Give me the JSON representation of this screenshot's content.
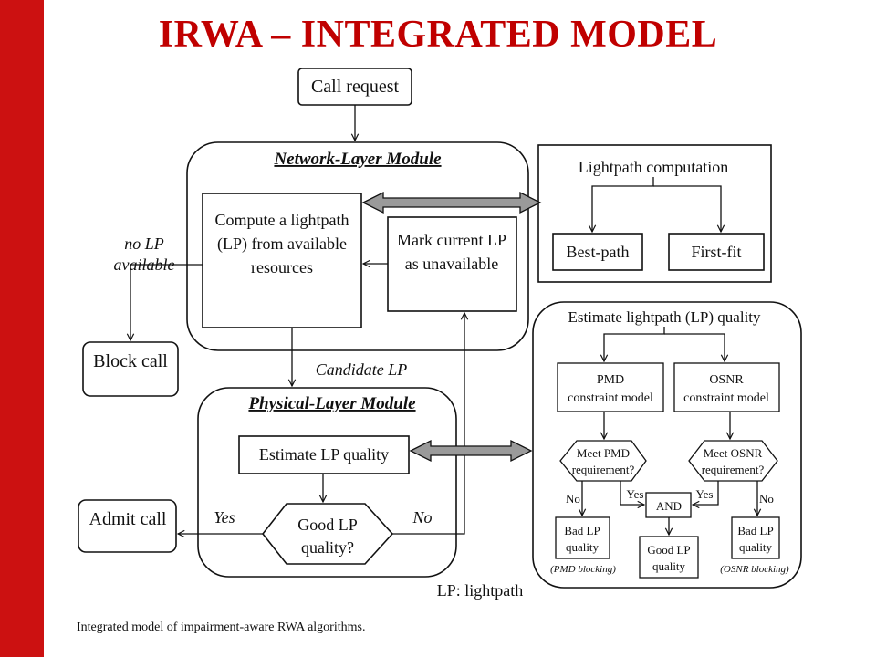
{
  "slide": {
    "title": "IRWA – INTEGRATED MODEL",
    "caption": "Integrated model of impairment-aware RWA algorithms."
  },
  "diagram": {
    "call_request": "Call request",
    "network_module_title": "Network-Layer Module",
    "compute_lp": [
      "Compute a lightpath",
      "(LP) from available",
      "resources"
    ],
    "mark_lp": [
      "Mark current LP",
      "as unavailable"
    ],
    "no_lp": [
      "no LP",
      "available"
    ],
    "block_call": "Block call",
    "candidate_lp": "Candidate LP",
    "physical_module_title": "Physical-Layer Module",
    "estimate_lp": "Estimate LP quality",
    "good_lp_quality": [
      "Good LP",
      "quality?"
    ],
    "yes": "Yes",
    "no": "No",
    "admit_call": "Admit call",
    "lp_legend": "LP: lightpath",
    "lightpath_computation": {
      "title": "Lightpath computation",
      "best_path": "Best-path",
      "first_fit": "First-fit"
    },
    "estimate_panel": {
      "title": "Estimate lightpath (LP) quality",
      "pmd_model": [
        "PMD",
        "constraint model"
      ],
      "osnr_model": [
        "OSNR",
        "constraint model"
      ],
      "meet_pmd": [
        "Meet PMD",
        "requirement?"
      ],
      "meet_osnr": [
        "Meet OSNR",
        "requirement?"
      ],
      "no_left": "No",
      "yes_left": "Yes",
      "and": "AND",
      "yes_right": "Yes",
      "no_right": "No",
      "bad_lp_left": [
        "Bad LP",
        "quality"
      ],
      "good_lp": [
        "Good LP",
        "quality"
      ],
      "bad_lp_right": [
        "Bad LP",
        "quality"
      ],
      "pmd_blocking": "(PMD blocking)",
      "osnr_blocking": "(OSNR blocking)"
    }
  }
}
